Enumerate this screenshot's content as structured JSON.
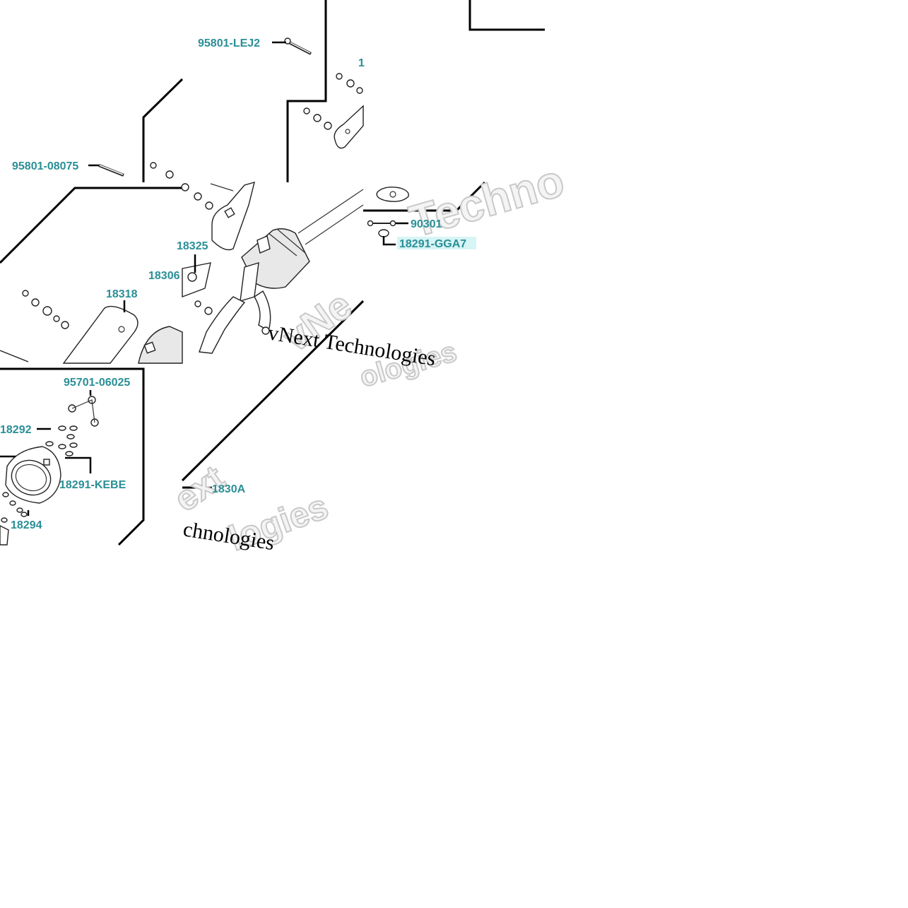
{
  "diagram": {
    "part_numbers": [
      "95801-LEJ2",
      "95801-08075",
      "18325",
      "18306",
      "18318",
      "90301",
      "18291-GGA7",
      "95701-06025",
      "18292",
      "18291-KEBE",
      "18294",
      "1830A",
      "1"
    ],
    "watermark": {
      "text_serif": "vNext Technologies",
      "text_serif_short": "chnologies",
      "text_outline": "Techno",
      "text_outline_2": "ext",
      "text_outline_3": "logies",
      "text_outline_4": "vNe",
      "text_outline_5": "ologies"
    }
  }
}
